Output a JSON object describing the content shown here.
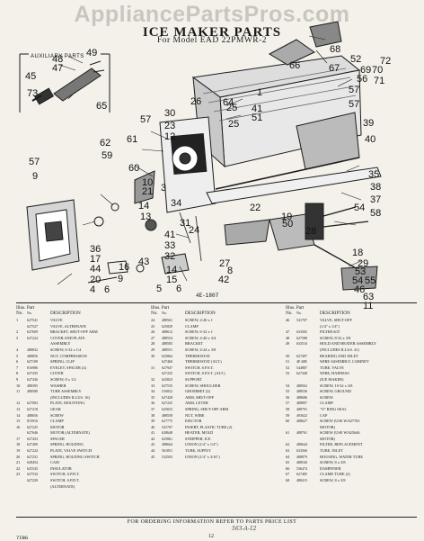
{
  "watermark": "AppliancePartsPros.com",
  "header": {
    "title": "ICE MAKER PARTS",
    "subtitle": "For Model EAD 22PMWR-2"
  },
  "auxiliary": {
    "label": "AUXILIARY PARTS"
  },
  "figure_number": "4E-1807",
  "callouts": [
    "68",
    "49",
    "66",
    "67",
    "72",
    "48",
    "47",
    "45",
    "52",
    "69",
    "56",
    "70",
    "57",
    "71",
    "73",
    "65",
    "64",
    "26",
    "1",
    "57",
    "57",
    "30",
    "23",
    "25",
    "12",
    "25",
    "41",
    "51",
    "39",
    "40",
    "61",
    "62",
    "59",
    "57",
    "60",
    "10",
    "21",
    "9",
    "35",
    "38",
    "3",
    "14",
    "37",
    "54",
    "58",
    "13",
    "34",
    "31",
    "24",
    "22",
    "19",
    "50",
    "41",
    "33",
    "32",
    "28",
    "36",
    "17",
    "18",
    "43",
    "16",
    "14",
    "27",
    "44",
    "20",
    "9",
    "4",
    "6",
    "15",
    "5",
    "6",
    "8",
    "42",
    "29",
    "53",
    "55",
    "54",
    "46",
    "63",
    "11"
  ],
  "table": {
    "headers": {
      "illus": "Illus. Part",
      "no": "No.",
      "part_no": "No.",
      "description": "DESCRIPTION"
    },
    "columns": [
      [
        {
          "n": "1",
          "p": "627541",
          "d": "VALVE"
        },
        {
          "n": "",
          "p": "627527",
          "d": "VALVE, ALTERNATE"
        },
        {
          "n": "2",
          "p": "627609",
          "d": "BRACKET, SHUT-OFF ARM"
        },
        {
          "n": "3",
          "p": "627224",
          "d": "COVER AND PLATE"
        },
        {
          "n": "",
          "p": "",
          "d": "ASSEMBLY"
        },
        {
          "n": "4",
          "p": "488832",
          "d": "SCREW, 6-32 x 1/4"
        },
        {
          "n": "5",
          "p": "488856",
          "d": "NUT, COMPRESSION"
        },
        {
          "n": "6",
          "p": "627109",
          "d": "SPRING, CLIP"
        },
        {
          "n": "7",
          "p": "816986",
          "d": "EYELET, SPACER (2)"
        },
        {
          "n": "8",
          "p": "627435",
          "d": "COVER"
        },
        {
          "n": "9",
          "p": "627436",
          "d": "SCREW, 8 x 1/2"
        },
        {
          "n": "10",
          "p": "488395",
          "d": "WASHER"
        },
        {
          "n": "11",
          "p": "488580",
          "d": "TUBE ASSEMBLY"
        },
        {
          "n": "",
          "p": "",
          "d": "(INCLUDES ILLUS. 16)"
        },
        {
          "n": "12",
          "p": "627003",
          "d": "PLATE, MOUNTING"
        },
        {
          "n": "13",
          "p": "627218",
          "d": "GEAR"
        },
        {
          "n": "14",
          "p": "488656",
          "d": "SCREW"
        },
        {
          "n": "15",
          "p": "815916",
          "d": "CLAMP"
        },
        {
          "n": "16",
          "p": "627225",
          "d": "MOTOR"
        },
        {
          "n": "",
          "p": "627646",
          "d": "MOTOR (ALTERNATE)"
        },
        {
          "n": "17",
          "p": "627433",
          "d": "SPACER"
        },
        {
          "n": "18",
          "p": "627400",
          "d": "SPRING, HOLDING"
        },
        {
          "n": "19",
          "p": "627224",
          "d": "PLATE, VALVE SWITCH"
        },
        {
          "n": "20",
          "p": "627231",
          "d": "SPRING, HOLDING SWITCH"
        },
        {
          "n": "21",
          "p": "628454",
          "d": "CAM"
        },
        {
          "n": "22",
          "p": "625543",
          "d": "INSULATOR"
        },
        {
          "n": "23",
          "p": "627534",
          "d": "SWITCH, S.P.D.T."
        },
        {
          "n": "",
          "p": "627229",
          "d": "SWITCH, S.P.D.T."
        },
        {
          "n": "",
          "p": "",
          "d": "(ALTERNATE)"
        }
      ],
      [
        {
          "n": "24",
          "p": "488561",
          "d": "SCREW, 4-40 x 1"
        },
        {
          "n": "25",
          "p": "625829",
          "d": "CLAMP"
        },
        {
          "n": "26",
          "p": "488612",
          "d": "SCREW, 6-32 x 1"
        },
        {
          "n": "27",
          "p": "488554",
          "d": "SCREW, 4-40 x 3/4"
        },
        {
          "n": "28",
          "p": "488583",
          "d": "BRACKET"
        },
        {
          "n": "29",
          "p": "488551",
          "d": "SCREW, 4-24 x 3/8"
        },
        {
          "n": "30",
          "p": "625864",
          "d": "THERMOSTAT"
        },
        {
          "n": "",
          "p": "627460",
          "d": "THERMOSTAT (ALT.)"
        },
        {
          "n": "31",
          "p": "627947",
          "d": "SWITCH, S.P.S.T."
        },
        {
          "n": "",
          "p": "627225",
          "d": "SWITCH, S.P.S.T. (ALT.)"
        },
        {
          "n": "32",
          "p": "625823",
          "d": "SUPPORT"
        },
        {
          "n": "33",
          "p": "627535",
          "d": "SCREW, SHOULDER"
        },
        {
          "n": "34",
          "p": "510052",
          "d": "GROMMET (2)"
        },
        {
          "n": "35",
          "p": "627428",
          "d": "ARM, SHUT-OFF"
        },
        {
          "n": "36",
          "p": "627225",
          "d": "ARM, LEVER"
        },
        {
          "n": "37",
          "p": "625653",
          "d": "SPRING, SHUT-OFF ARM"
        },
        {
          "n": "38",
          "p": "488558",
          "d": "NUT, WIRE"
        },
        {
          "n": "39",
          "p": "627775",
          "d": "EJECTOR"
        },
        {
          "n": "40",
          "p": "541707",
          "d": "INSERT, PLASTIC TUBE (2)"
        },
        {
          "n": "41",
          "p": "628648",
          "d": "HEATER, MOLD"
        },
        {
          "n": "42",
          "p": "625861",
          "d": "STRIPPER, ICE"
        },
        {
          "n": "43",
          "p": "488664",
          "d": "UNION (1/4\" x 1/4\")"
        },
        {
          "n": "44",
          "p": "561851",
          "d": "TUBE, SUPPLY"
        },
        {
          "n": "45",
          "p": "532503",
          "d": "UNION (1/4\" x 3/16\")"
        }
      ],
      [
        {
          "n": "46",
          "p": "541707",
          "d": "VALVE, SHUT-OFF"
        },
        {
          "n": "",
          "p": "",
          "d": "(1/4\" x 1/4\")"
        },
        {
          "n": "47",
          "p": "633565",
          "d": "FILTER KIT"
        },
        {
          "n": "48",
          "p": "627588",
          "d": "SCREW, 8-32 x 3/8"
        },
        {
          "n": "49",
          "p": "633516",
          "d": "HOLD AND HEATER ASSEMBLY"
        },
        {
          "n": "",
          "p": "",
          "d": "(INCLUDES ILLUS. 41)"
        },
        {
          "n": "50",
          "p": "627497",
          "d": "BEARING AND INLET"
        },
        {
          "n": "51",
          "p": "4F-488",
          "d": "WIRE ASSEMBLY, CABINET"
        },
        {
          "n": "52",
          "p": "544887",
          "d": "TUBE, VALVE"
        },
        {
          "n": "53",
          "p": "627448",
          "d": "WIRE, HARNESS"
        },
        {
          "n": "",
          "p": "",
          "d": "(ICE MAKER)"
        },
        {
          "n": "54",
          "p": "488562",
          "d": "SCREW, 10-32 x 3/8"
        },
        {
          "n": "55",
          "p": "488536",
          "d": "SCREW, GROUND"
        },
        {
          "n": "56",
          "p": "488686",
          "d": "SCREW"
        },
        {
          "n": "57",
          "p": "488897",
          "d": "CLAMP"
        },
        {
          "n": "58",
          "p": "488791",
          "d": "\"O\" RING SEAL"
        },
        {
          "n": "59",
          "p": "493622",
          "d": "CAP"
        },
        {
          "n": "60",
          "p": "488627",
          "d": "SCREW (USE W/627765"
        },
        {
          "n": "",
          "p": "",
          "d": "MOTOR)"
        },
        {
          "n": "61",
          "p": "488761",
          "d": "SCREW (USE W/625646"
        },
        {
          "n": "",
          "p": "",
          "d": "MOTOR)"
        },
        {
          "n": "62",
          "p": "488644",
          "d": "FILTER, REPLACEMENT"
        },
        {
          "n": "63",
          "p": "633566",
          "d": "TUBE, INLET"
        },
        {
          "n": "64",
          "p": "488879",
          "d": "HOUSING, WATER TUBE"
        },
        {
          "n": "65",
          "p": "488540",
          "d": "SCREW, 8 x 3/8"
        },
        {
          "n": "66",
          "p": "536474",
          "d": "DAMPENER"
        },
        {
          "n": "67",
          "p": "627485",
          "d": "CLAMP, TUBE (2)"
        },
        {
          "n": "68",
          "p": "488415",
          "d": "SCREW, 8 x 3/8"
        }
      ]
    ]
  },
  "footer": {
    "ordering_note": "FOR ORDERING INFORMATION REFER TO PARTS PRICE LIST",
    "code": "7IBG",
    "page": "12",
    "handwritten": "563-A-12"
  }
}
